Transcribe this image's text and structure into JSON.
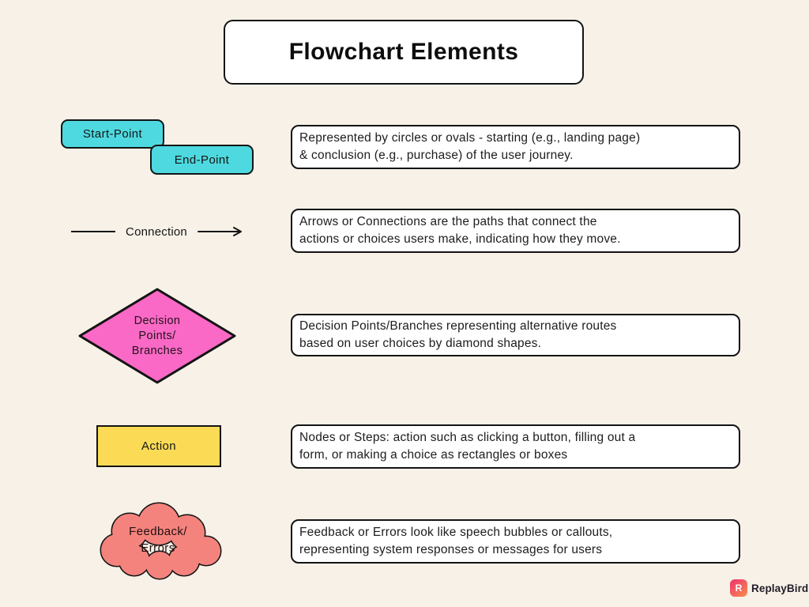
{
  "colors": {
    "background": "#F7F1E8",
    "cyan": "#4ED9E0",
    "pink": "#F969C5",
    "yellow": "#FBDB56",
    "coral": "#F4837D",
    "ink": "#141414",
    "logo_pink": "#F0436B",
    "logo_orange": "#F7854F"
  },
  "title": "Flowchart Elements",
  "rows": [
    {
      "shape": "start-end-pills",
      "start_label": "Start-Point",
      "end_label": "End-Point",
      "desc_line1": "Represented by circles or ovals - starting (e.g., landing page)",
      "desc_line2": "& conclusion (e.g., purchase) of the user journey."
    },
    {
      "shape": "connection-arrow",
      "label": "Connection",
      "desc_line1": "Arrows or Connections are the paths that connect the",
      "desc_line2": "actions or choices users make, indicating how they move."
    },
    {
      "shape": "decision-diamond",
      "label_line1": "Decision",
      "label_line2": "Points/",
      "label_line3": "Branches",
      "desc_line1": "Decision Points/Branches representing alternative routes",
      "desc_line2": "based on user choices by diamond shapes."
    },
    {
      "shape": "action-rectangle",
      "label": "Action",
      "desc_line1": "Nodes or Steps: action such as clicking a button, filling out a",
      "desc_line2": "form, or making a choice as rectangles or boxes"
    },
    {
      "shape": "feedback-cloud",
      "label_line1": "Feedback/",
      "label_line2": "Errors",
      "desc_line1": "Feedback or Errors look like speech bubbles or callouts,",
      "desc_line2": "representing system responses or messages for users"
    }
  ],
  "footer": {
    "brand": "ReplayBird",
    "logo_letter": "R"
  }
}
